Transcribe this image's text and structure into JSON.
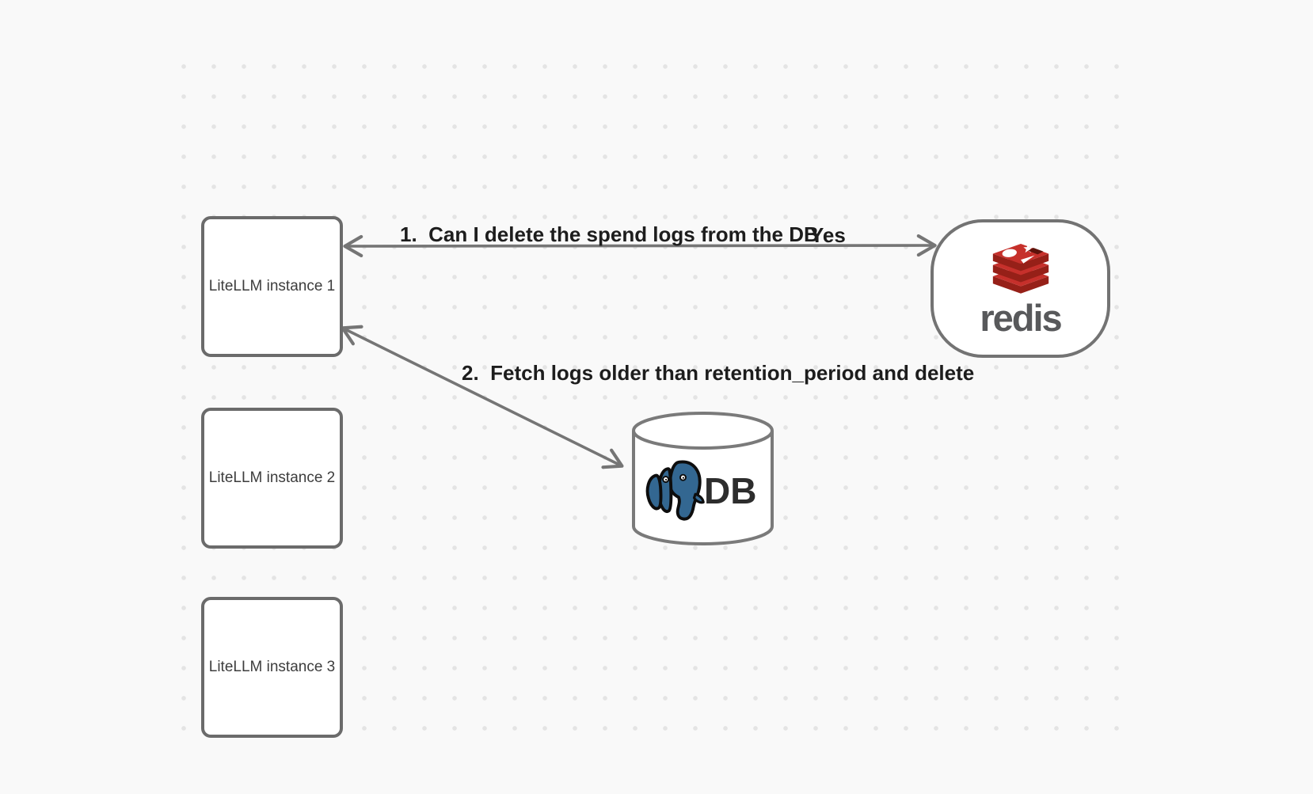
{
  "diagram": {
    "nodes": {
      "instance1": {
        "label": "LiteLLM instance 1"
      },
      "instance2": {
        "label": "LiteLLM instance 2"
      },
      "instance3": {
        "label": "LiteLLM instance 3"
      },
      "redis": {
        "label": "redis"
      },
      "db": {
        "label": "DB"
      }
    },
    "edges": {
      "edge1": {
        "label": "1.  Can I delete the spend logs from the DB",
        "response": "Yes",
        "from": "redis",
        "to": "instance1",
        "style": "double-arrow"
      },
      "edge2": {
        "label": "2.  Fetch logs older than retention_period and delete",
        "from": "instance1",
        "to": "db",
        "style": "double-arrow"
      }
    },
    "icons": {
      "redis_logo": "redis-stack-logo",
      "postgres_logo": "postgres-elephant-logo"
    },
    "colors": {
      "background": "#f9f9f9",
      "grid_dot": "#e4e4e4",
      "node_border": "#6b6b6b",
      "arrow": "#757575",
      "edge_label_text": "#1d1d1d",
      "node_text": "#3d3d3d",
      "redis_red": "#c6302b",
      "redis_dark_red": "#962018",
      "redis_notch": "#5d120b",
      "redis_wordmark": "#58595b",
      "postgres_blue": "#336791",
      "db_text": "#2d2d2d"
    }
  }
}
